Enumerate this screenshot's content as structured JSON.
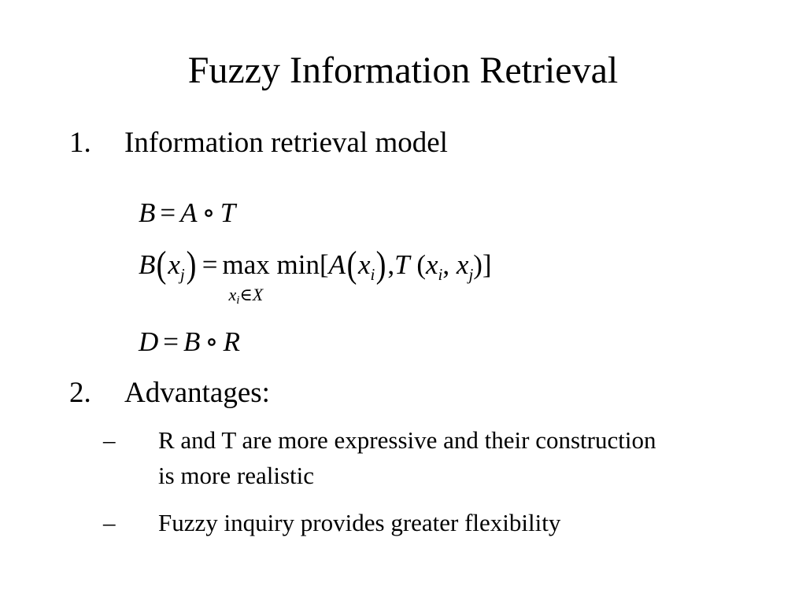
{
  "title": "Fuzzy Information Retrieval",
  "items": [
    {
      "number": "1.",
      "text": "Information retrieval model"
    },
    {
      "number": "2.",
      "text": "Advantages:"
    }
  ],
  "sub_bullets": [
    {
      "marker": "–",
      "text": "R and T are more expressive and their construction is more realistic"
    },
    {
      "marker": "–",
      "text": "Fuzzy inquiry provides greater flexibility"
    }
  ],
  "equations": {
    "eq1": {
      "lhs": "B",
      "eq": "=",
      "a": "A",
      "op": "∘",
      "b": "T"
    },
    "eq2": {
      "lhs": "B",
      "x": "x",
      "j": "j",
      "eq": "=",
      "max": "max",
      "min": "min[",
      "a": "A",
      "i": "i",
      "comma": ",",
      "t": "T",
      "close": ")]",
      "under_x": "x",
      "under_i": "i",
      "under_rest": "∈X"
    },
    "eq3": {
      "lhs": "D",
      "eq": "=",
      "a": "B",
      "op": "∘",
      "b": "R"
    }
  }
}
